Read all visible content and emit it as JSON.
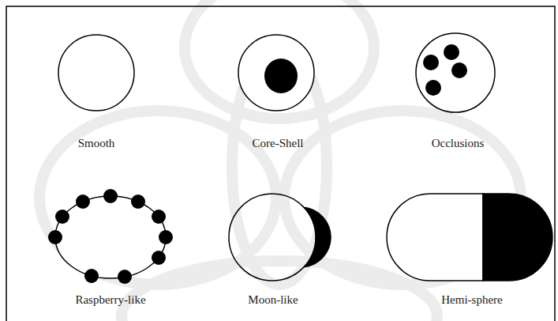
{
  "diagram": {
    "labels": [
      "Smooth",
      "Core-Shell",
      "Occlusions",
      "Raspberry-like",
      "Moon-like",
      "Hemi-sphere"
    ]
  }
}
